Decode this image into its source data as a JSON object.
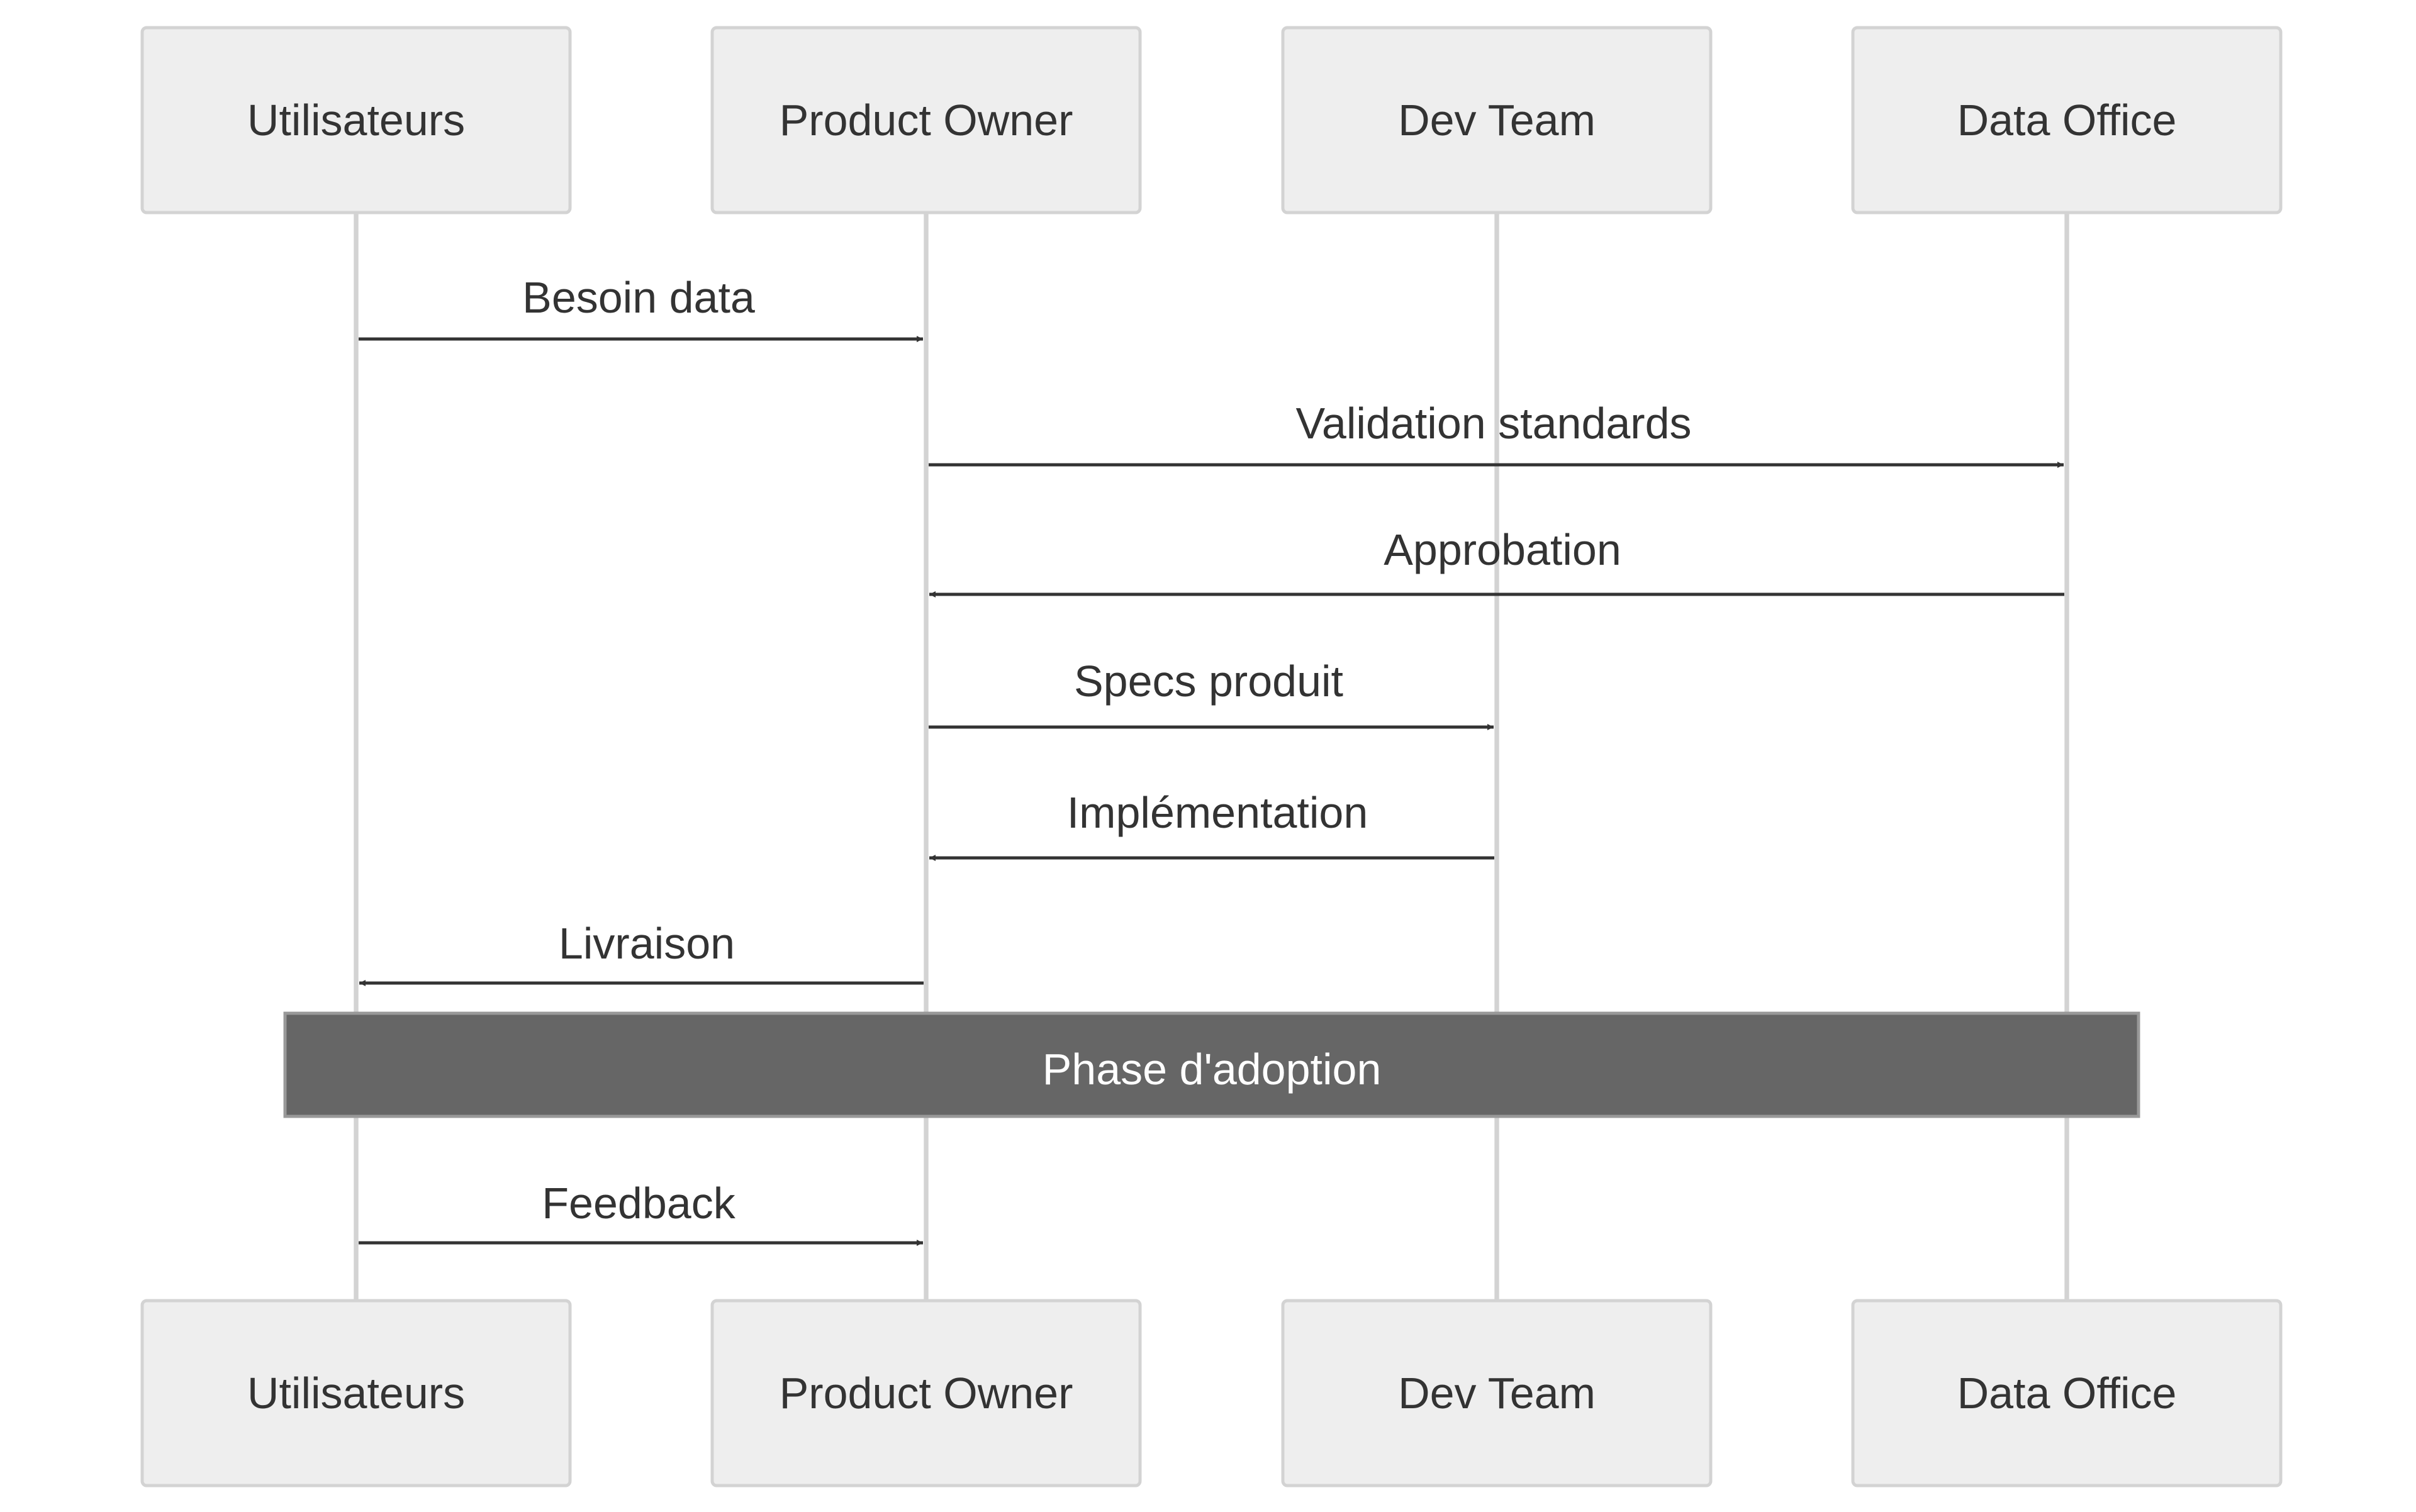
{
  "participants": [
    {
      "label": "Utilisateurs"
    },
    {
      "label": "Product Owner"
    },
    {
      "label": "Dev Team"
    },
    {
      "label": "Data Office"
    }
  ],
  "messages": [
    {
      "from": 0,
      "to": 1,
      "label": "Besoin data"
    },
    {
      "from": 1,
      "to": 3,
      "label": "Validation standards"
    },
    {
      "from": 3,
      "to": 1,
      "label": "Approbation"
    },
    {
      "from": 1,
      "to": 2,
      "label": "Specs produit"
    },
    {
      "from": 2,
      "to": 1,
      "label": "Implémentation"
    },
    {
      "from": 1,
      "to": 0,
      "label": "Livraison"
    },
    {
      "from": 0,
      "to": 1,
      "label": "Feedback"
    }
  ],
  "note": {
    "label": "Phase d'adoption"
  },
  "colors": {
    "actor_fill": "#eeeeee",
    "actor_border": "#d3d3d3",
    "lifeline": "#d3d3d3",
    "message": "#333333",
    "note_fill": "#666666",
    "note_border": "#999999",
    "note_text": "#ffffff"
  }
}
